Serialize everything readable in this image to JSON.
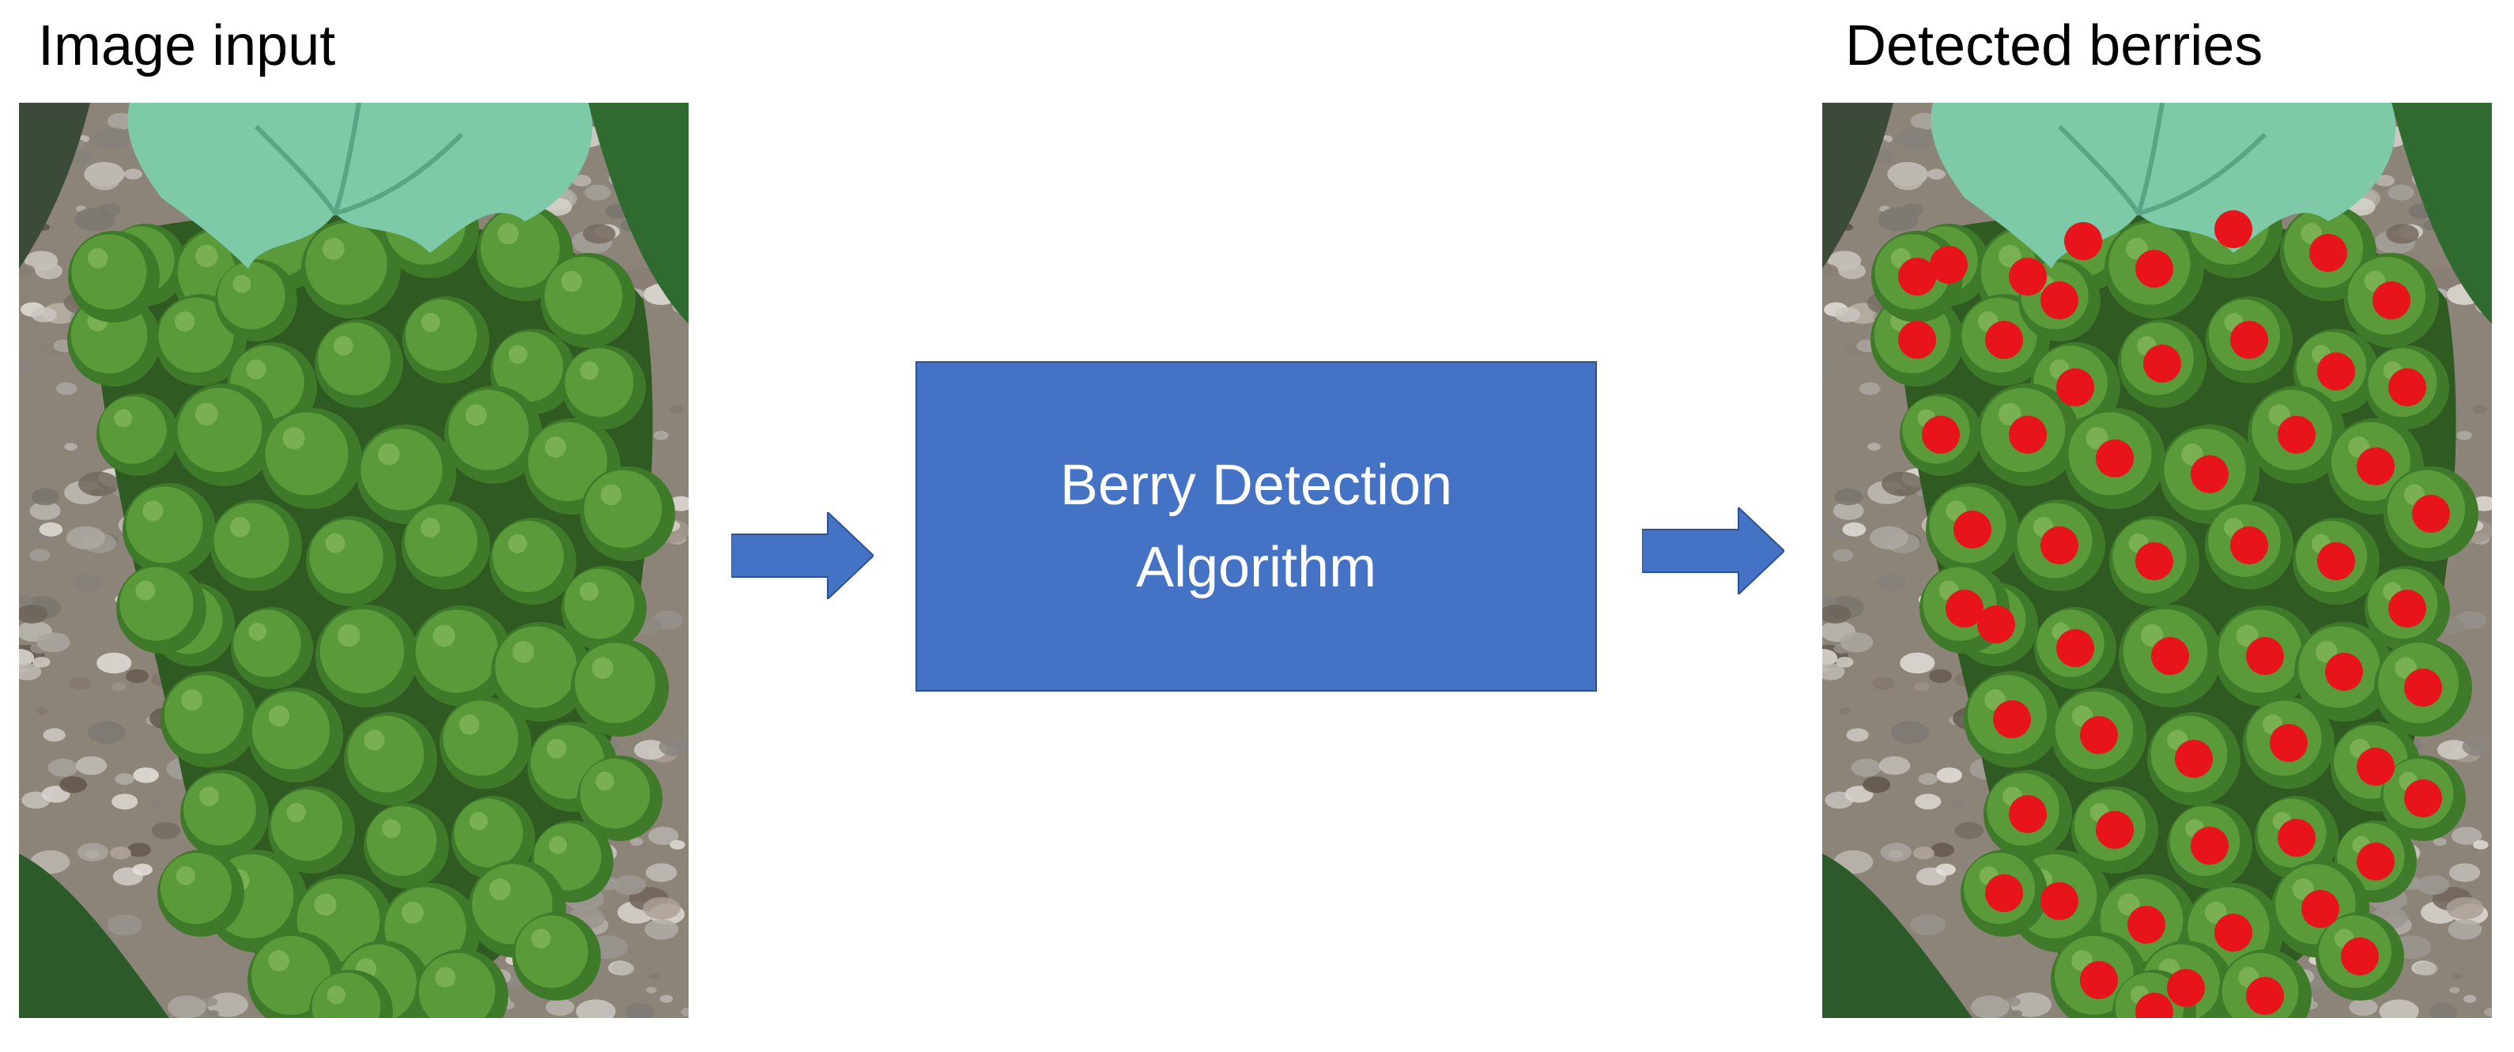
{
  "labels": {
    "input": "Image input",
    "output": "Detected berries"
  },
  "algorithm": {
    "line1": "Berry Detection",
    "line2": "Algorithm"
  },
  "colors": {
    "box_fill": "#4472c4",
    "box_border": "#2f528f",
    "arrow": "#4472c4",
    "detection_marker": "#e8141c",
    "berry": "#4f8f32",
    "leaf": "#7ec9a8"
  },
  "detections": {
    "count": 57
  }
}
